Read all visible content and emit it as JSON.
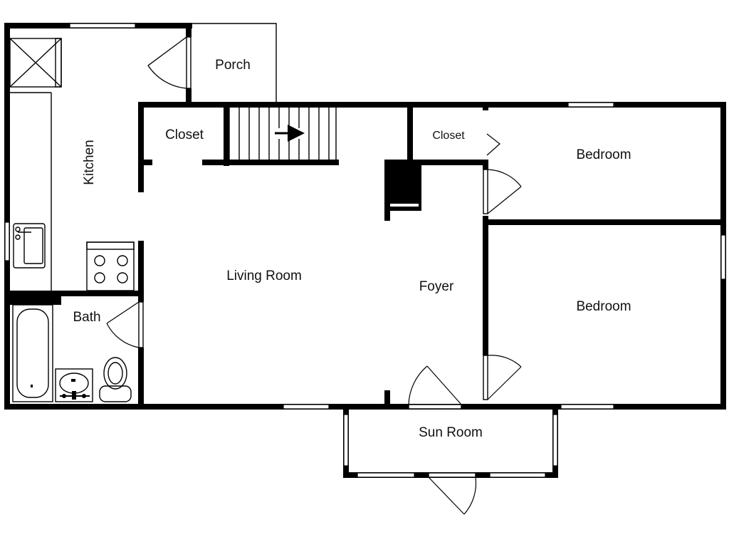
{
  "colors": {
    "wall": "#000000",
    "background": "#ffffff",
    "text": "#111111"
  },
  "rooms": {
    "porch": "Porch",
    "kitchen": "Kitchen",
    "closet_hall": "Closet",
    "closet_bedroom": "Closet",
    "bedroom_upper": "Bedroom",
    "bedroom_lower": "Bedroom",
    "living_room": "Living Room",
    "foyer": "Foyer",
    "bath": "Bath",
    "sun_room": "Sun Room"
  },
  "icons": {
    "stairs": "stairs-icon",
    "stair_direction": "arrow-right-icon",
    "fireplace": "fireplace-icon",
    "stove": "stove-icon",
    "kitchen_sink": "sink-icon",
    "bathtub": "bathtub-icon",
    "vanity": "vanity-sink-icon",
    "toilet": "toilet-icon",
    "appliance": "appliance-box-icon"
  }
}
